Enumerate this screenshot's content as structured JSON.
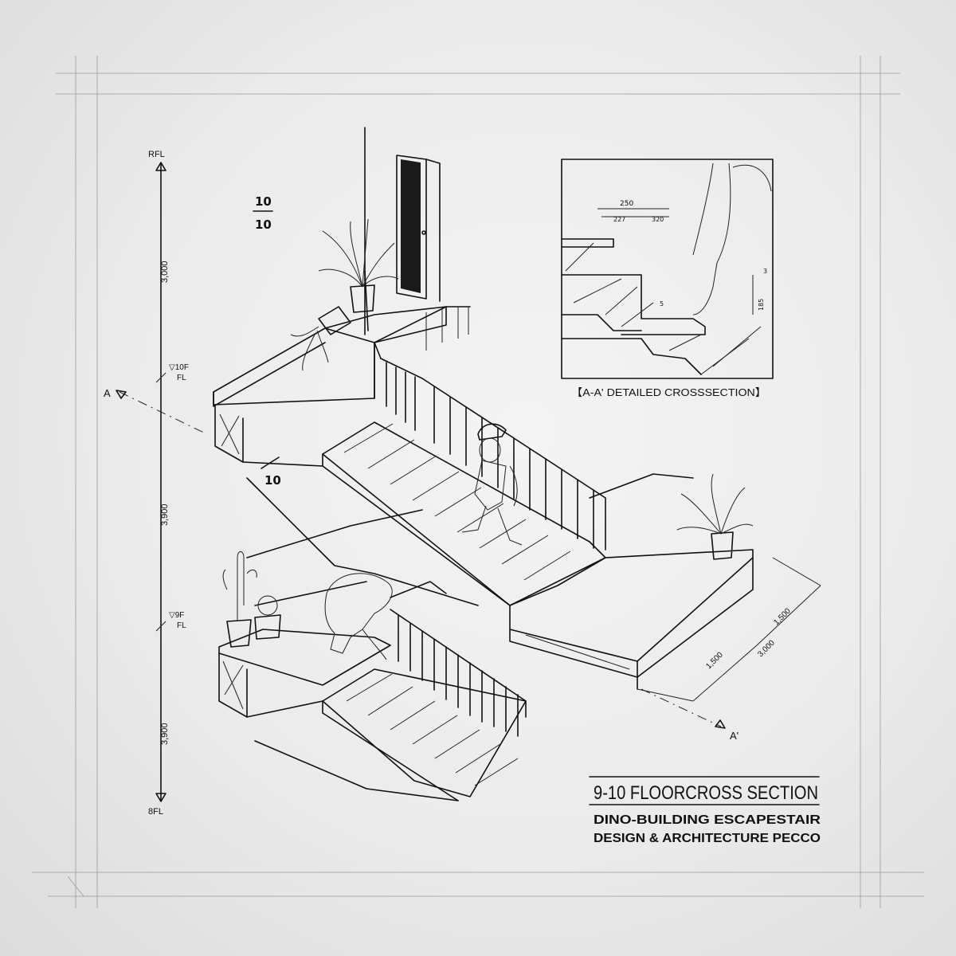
{
  "levels": {
    "top": "RFL",
    "floor10": "▽10F",
    "floor10_fl": "FL",
    "floor9": "▽9F",
    "floor9_fl": "FL",
    "bottom": "8FL"
  },
  "vertical_dimensions": [
    "3,000",
    "3,900",
    "3,900"
  ],
  "fraction_upper": {
    "num": "10",
    "den": "10"
  },
  "fraction_lower": "10",
  "section_marks": {
    "start": "A",
    "end": "A'"
  },
  "plan_dimensions": [
    "1,500",
    "3,000",
    "1,500"
  ],
  "detail": {
    "caption": "【A-A' DETAILED CROSSSECTION】",
    "dims": [
      "250",
      "227",
      "320",
      "185",
      "5",
      "3"
    ]
  },
  "title_block": {
    "title": "9-10 FLOORCROSS SECTION",
    "line1": "DINO-BUILDING ESCAPESTAIR",
    "line2": "DESIGN & ARCHITECTURE PECCO"
  }
}
